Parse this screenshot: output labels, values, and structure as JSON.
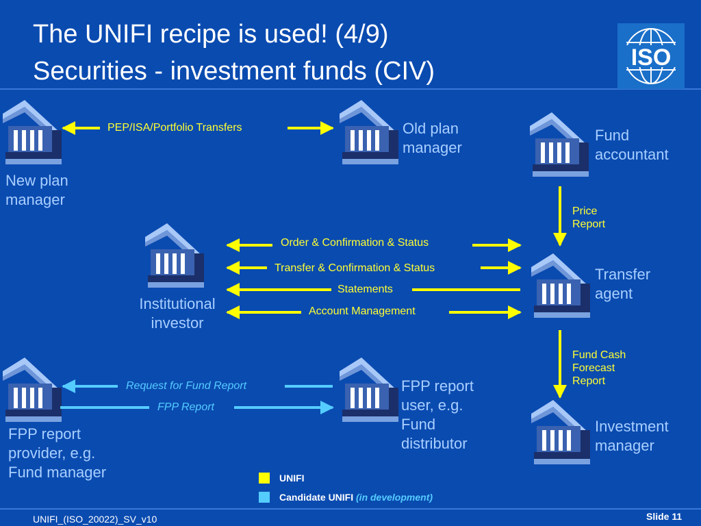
{
  "title": {
    "line1": "The UNIFI recipe is used! (4/9)",
    "line2": "Securities - investment funds (CIV)"
  },
  "logo": {
    "text": "ISO",
    "icon": "iso-globe-logo"
  },
  "actors": {
    "new_plan_manager": "New plan\n manager",
    "old_plan_manager": "Old plan\nmanager",
    "fund_accountant": "Fund\naccountant",
    "institutional_investor": "Institutional\ninvestor",
    "transfer_agent": "Transfer\nagent",
    "fpp_report_provider": "FPP report\nprovider, e.g.\nFund manager",
    "fpp_report_user": "FPP report\nuser, e.g.\nFund\ndistributor",
    "investment_manager": "Investment\nmanager"
  },
  "flows": {
    "pep_transfers": "PEP/ISA/Portfolio Transfers",
    "order_confirmation": "Order & Confirmation & Status",
    "transfer_confirmation": "Transfer & Confirmation & Status",
    "statements": "Statements",
    "account_management": "Account Management",
    "price_report": "Price\nReport",
    "fund_cash_forecast": "Fund Cash\nForecast\nReport",
    "request_fund_report": "Request for Fund Report",
    "fpp_report": "FPP Report"
  },
  "legend": {
    "unifi": "UNIFI",
    "candidate": "Candidate UNIFI",
    "candidate_note": "(in development)"
  },
  "colors": {
    "background": "#0a4bb0",
    "unifi": "#ffff00",
    "candidate": "#55ccff",
    "actor_label": "#a8cfff"
  },
  "footer": {
    "doc_id": "UNIFI_(ISO_20022)_SV_v10",
    "slide": "Slide 11"
  }
}
